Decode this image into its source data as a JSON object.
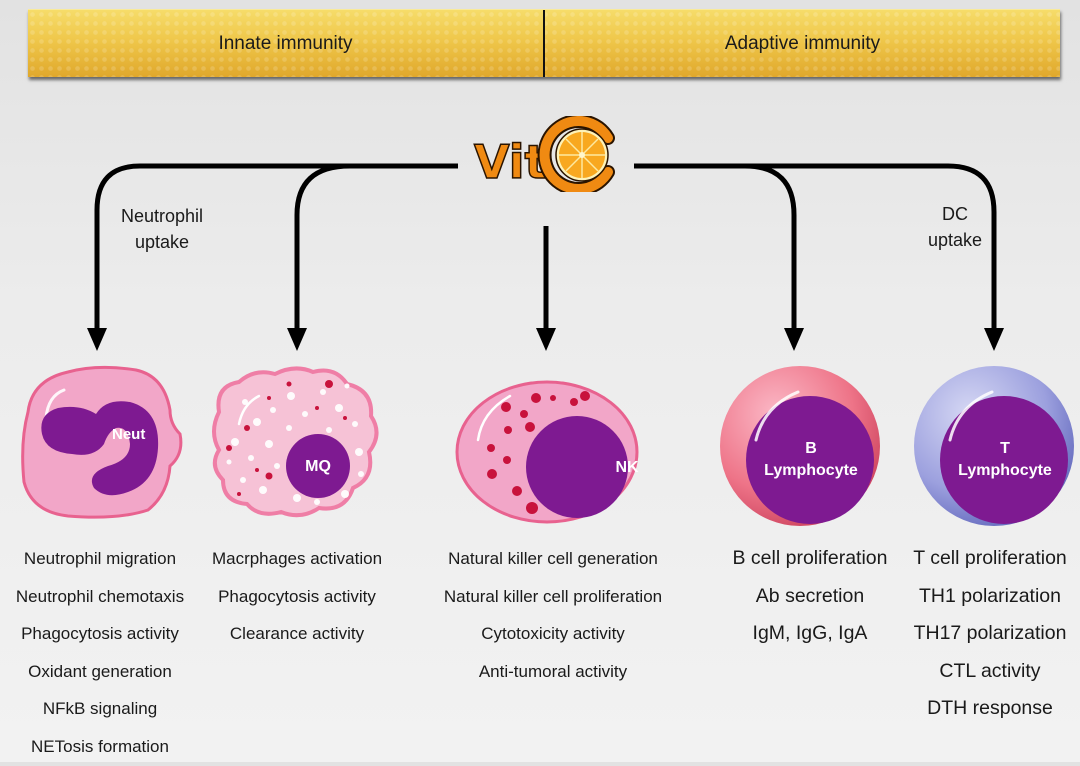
{
  "banner": {
    "innate": "Innate immunity",
    "adaptive": "Adaptive immunity"
  },
  "center": {
    "logo_text": "Vit",
    "logo_icon": "orange-slice-c"
  },
  "pathway_labels": {
    "neutrophil": [
      "Neutrophil",
      "uptake"
    ],
    "dc": [
      "DC",
      "uptake"
    ]
  },
  "cells": [
    {
      "id": "neutrophil",
      "label": "Neut"
    },
    {
      "id": "macrophage",
      "label": "MQ"
    },
    {
      "id": "nk",
      "label": "NK"
    },
    {
      "id": "b-lymphocyte",
      "label_line1": "B",
      "label_line2": "Lymphocyte"
    },
    {
      "id": "t-lymphocyte",
      "label_line1": "T",
      "label_line2": "Lymphocyte"
    }
  ],
  "effects": {
    "neutrophil": [
      "Neutrophil migration",
      "Neutrophil chemotaxis",
      "Phagocytosis activity",
      "Oxidant generation",
      "NFkB signaling",
      "NETosis formation"
    ],
    "macrophage": [
      "Macrphages activation",
      "Phagocytosis activity",
      "Clearance activity"
    ],
    "nk": [
      "Natural killer cell generation",
      "Natural killer cell proliferation",
      "Cytotoxicity activity",
      "Anti-tumoral activity"
    ],
    "b_cell": [
      "B cell proliferation",
      "Ab secretion",
      "IgM, IgG, IgA"
    ],
    "t_cell": [
      "T cell proliferation",
      "TH1 polarization",
      "TH17 polarization",
      "CTL activity",
      "DTH response"
    ]
  },
  "colors": {
    "banner_gold": "#efc74a",
    "nucleus_purple": "#7e1a91",
    "cell_pink": "#f2a6c8",
    "granule_red": "#c8123c",
    "b_cell_rim": "#e05a70",
    "t_cell_rim": "#7b80cc",
    "vitc_orange": "#f08a12"
  }
}
